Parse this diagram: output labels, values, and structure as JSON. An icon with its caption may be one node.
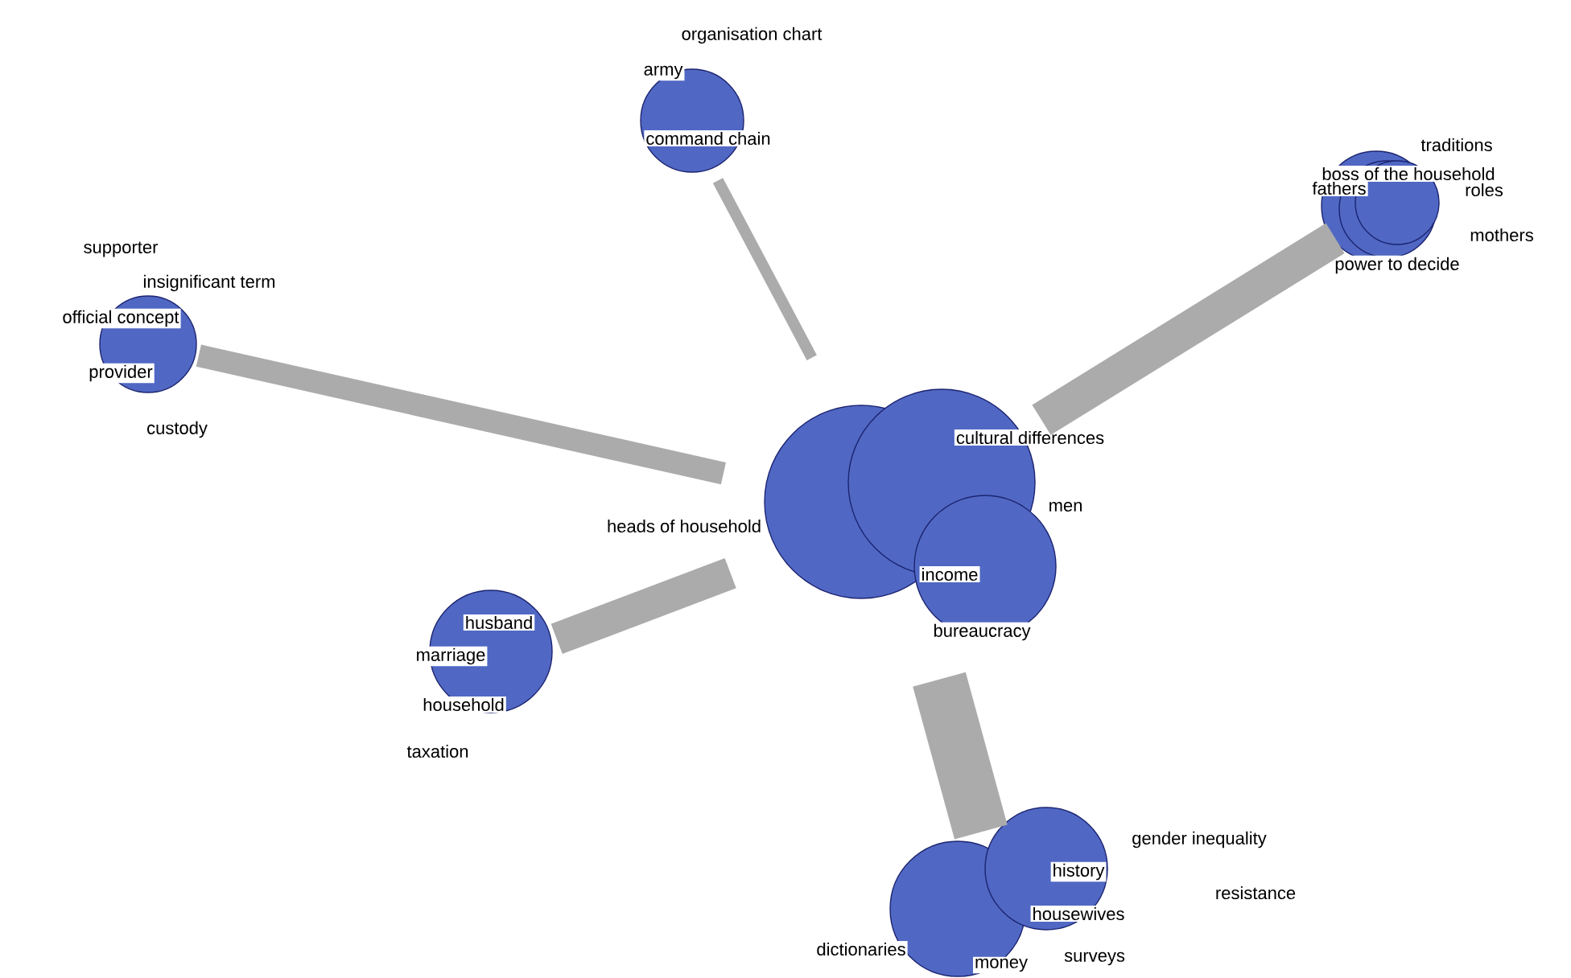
{
  "diagram": {
    "nodes": [
      {
        "text": [
          "organisation chart",
          "army",
          "command chain"
        ]
      },
      {
        "text": [
          "traditions",
          "boss of the household",
          "fathers",
          "roles",
          "mothers",
          "power to decide"
        ]
      },
      {
        "text": [
          "supporter",
          "insignificant term",
          "official concept",
          "provider",
          "custody"
        ]
      },
      {
        "text": [
          "cultural differences",
          "men",
          "heads of household",
          "income",
          "bureaucracy"
        ]
      },
      {
        "text": [
          "husband",
          "marriage",
          "household",
          "taxation"
        ]
      },
      {
        "text": [
          "gender inequality",
          "history",
          "resistance",
          "housewives",
          "dictionaries",
          "money",
          "surveys"
        ]
      }
    ],
    "edges": [
      {
        "from": 3,
        "to": 0,
        "arrow": "none"
      },
      {
        "from": 3,
        "to": 1,
        "arrow": "none"
      },
      {
        "from": 3,
        "to": 2,
        "arrow": "none"
      },
      {
        "from": 3,
        "to": 4,
        "arrow": "none"
      },
      {
        "from": 3,
        "to": 5,
        "arrow": "none"
      }
    ]
  }
}
